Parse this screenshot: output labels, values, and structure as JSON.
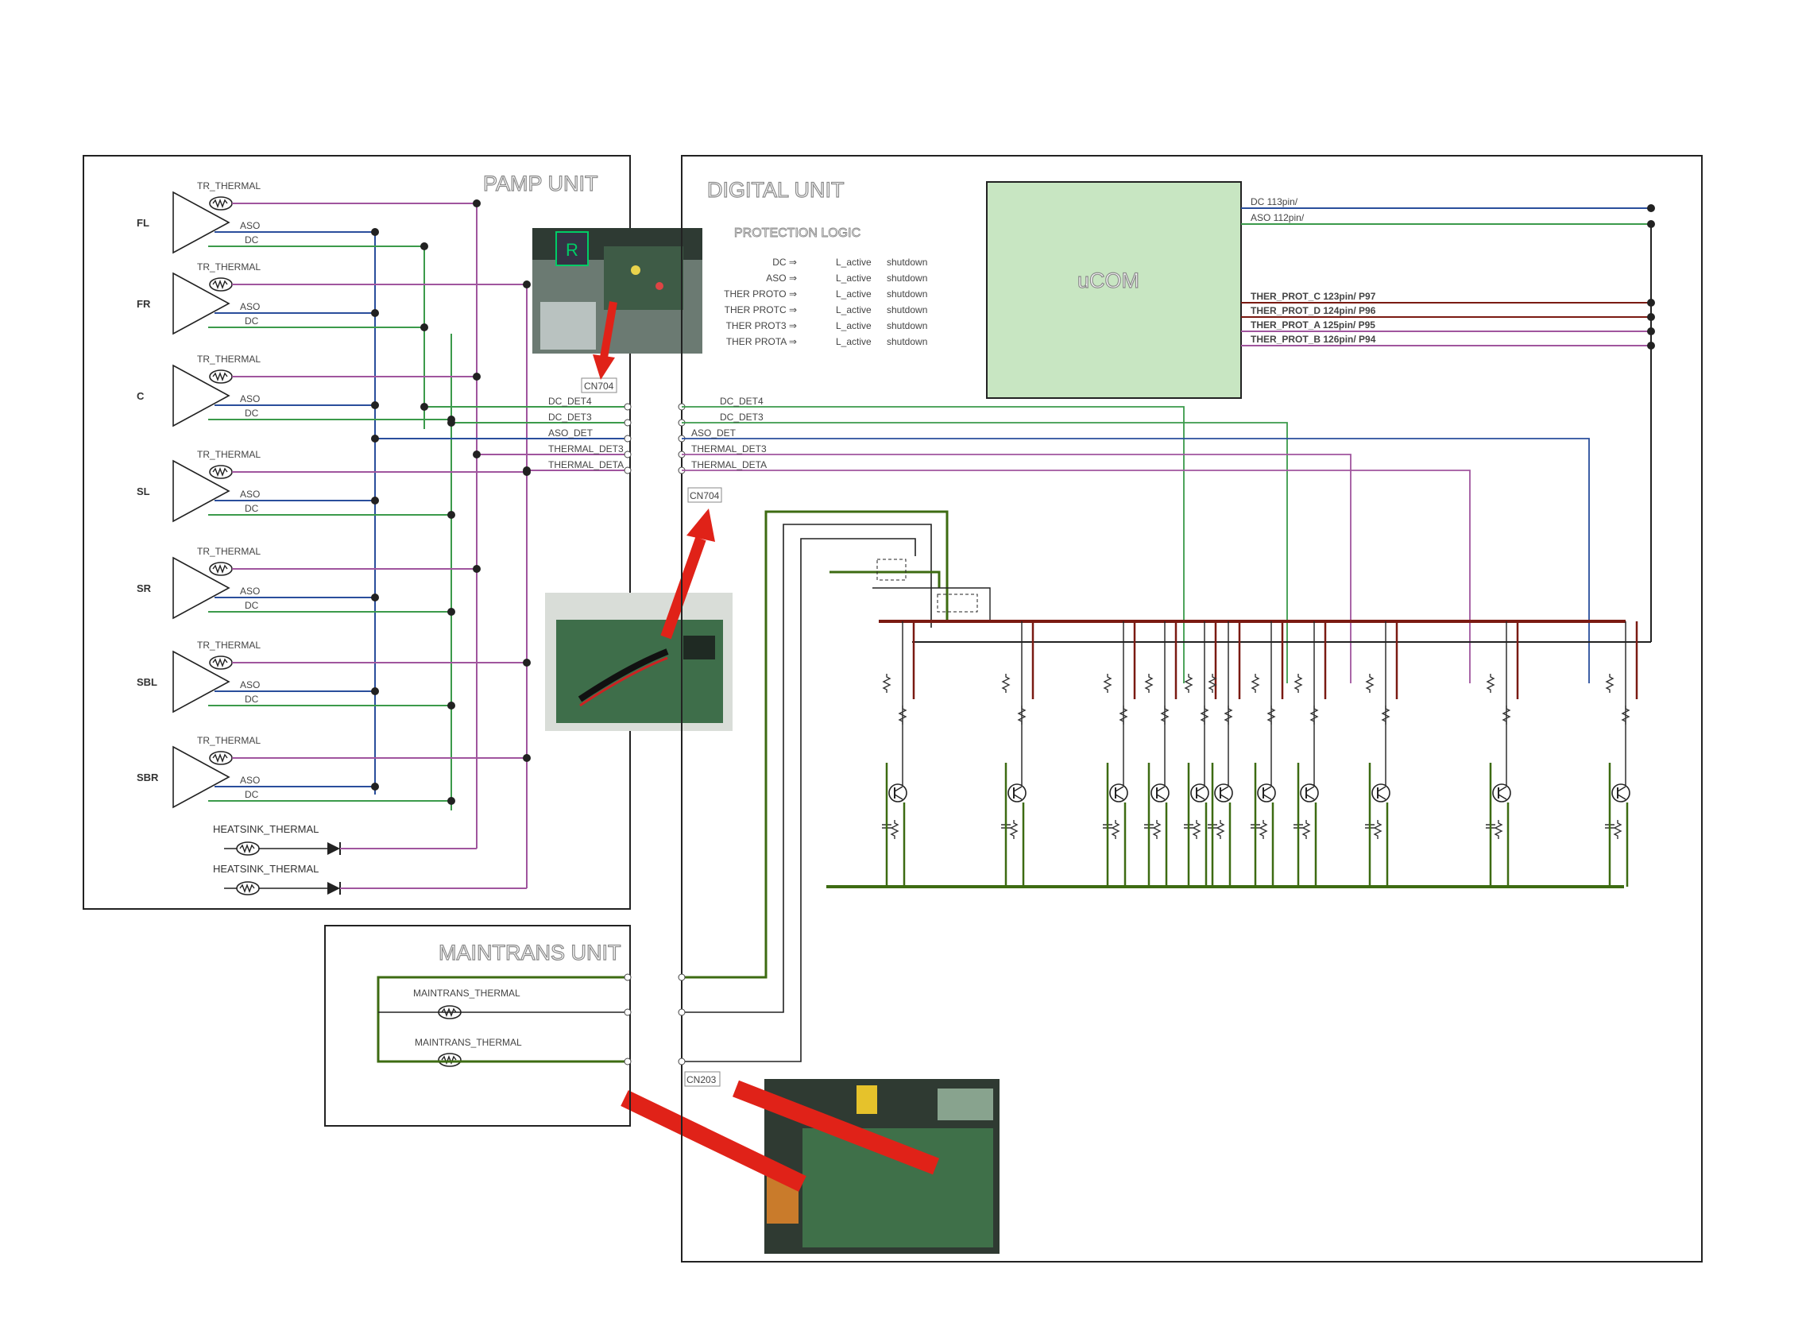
{
  "pamp_unit": {
    "title": "PAMP UNIT",
    "channels": [
      {
        "name": "FL",
        "thermal": "TR_THERMAL",
        "aso": "ASO",
        "dc": "DC"
      },
      {
        "name": "FR",
        "thermal": "TR_THERMAL",
        "aso": "ASO",
        "dc": "DC"
      },
      {
        "name": "C",
        "thermal": "TR_THERMAL",
        "aso": "ASO",
        "dc": "DC"
      },
      {
        "name": "SL",
        "thermal": "TR_THERMAL",
        "aso": "ASO",
        "dc": "DC"
      },
      {
        "name": "SR",
        "thermal": "TR_THERMAL",
        "aso": "ASO",
        "dc": "DC"
      },
      {
        "name": "SBL",
        "thermal": "TR_THERMAL",
        "aso": "ASO",
        "dc": "DC"
      },
      {
        "name": "SBR",
        "thermal": "TR_THERMAL",
        "aso": "ASO",
        "dc": "DC"
      }
    ],
    "heatsink_label": "HEATSINK_THERMAL",
    "connector": "CN704",
    "signals": [
      "DC_DET4",
      "DC_DET3",
      "ASO_DET",
      "THERMAL_DET3",
      "THERMAL_DETA"
    ]
  },
  "maintrans_unit": {
    "title": "MAINTRANS UNIT",
    "thermal_label": "MAINTRANS_THERMAL"
  },
  "digital_unit": {
    "title": "DIGITAL UNIT",
    "cn_upper": "CN704",
    "cn_lower": "CN203",
    "signals": [
      "DC_DET4",
      "DC_DET3",
      "ASO_DET",
      "THERMAL_DET3",
      "THERMAL_DETA"
    ],
    "protection_logic": {
      "title": "PROTECTION LOGIC",
      "rows": [
        {
          "signal": "DC ⇒",
          "level": "L_active",
          "action": "shutdown"
        },
        {
          "signal": "ASO ⇒",
          "level": "L_active",
          "action": "shutdown"
        },
        {
          "signal": "THER PROTO ⇒",
          "level": "L_active",
          "action": "shutdown"
        },
        {
          "signal": "THER PROTC ⇒",
          "level": "L_active",
          "action": "shutdown"
        },
        {
          "signal": "THER PROT3 ⇒",
          "level": "L_active",
          "action": "shutdown"
        },
        {
          "signal": "THER PROTA ⇒",
          "level": "L_active",
          "action": "shutdown"
        }
      ]
    },
    "ucom": {
      "label": "uCOM",
      "pins": [
        "DC 113pin/",
        "ASO 112pin/",
        "THER_PROT_C 123pin/ P97",
        "THER_PROT_D 124pin/ P96",
        "THER_PROT_A 125pin/ P95",
        "THER_PROT_B 126pin/ P94"
      ]
    }
  },
  "colors": {
    "thermal_wire": "#a0559e",
    "aso_wire": "#3b9a4b",
    "dc_wire": "#2a4e9c",
    "power_wire": "#7a1a12",
    "ground_wire": "#3d6b12",
    "ucom_fill": "#c8e6c2",
    "arrow": "#e02218"
  }
}
